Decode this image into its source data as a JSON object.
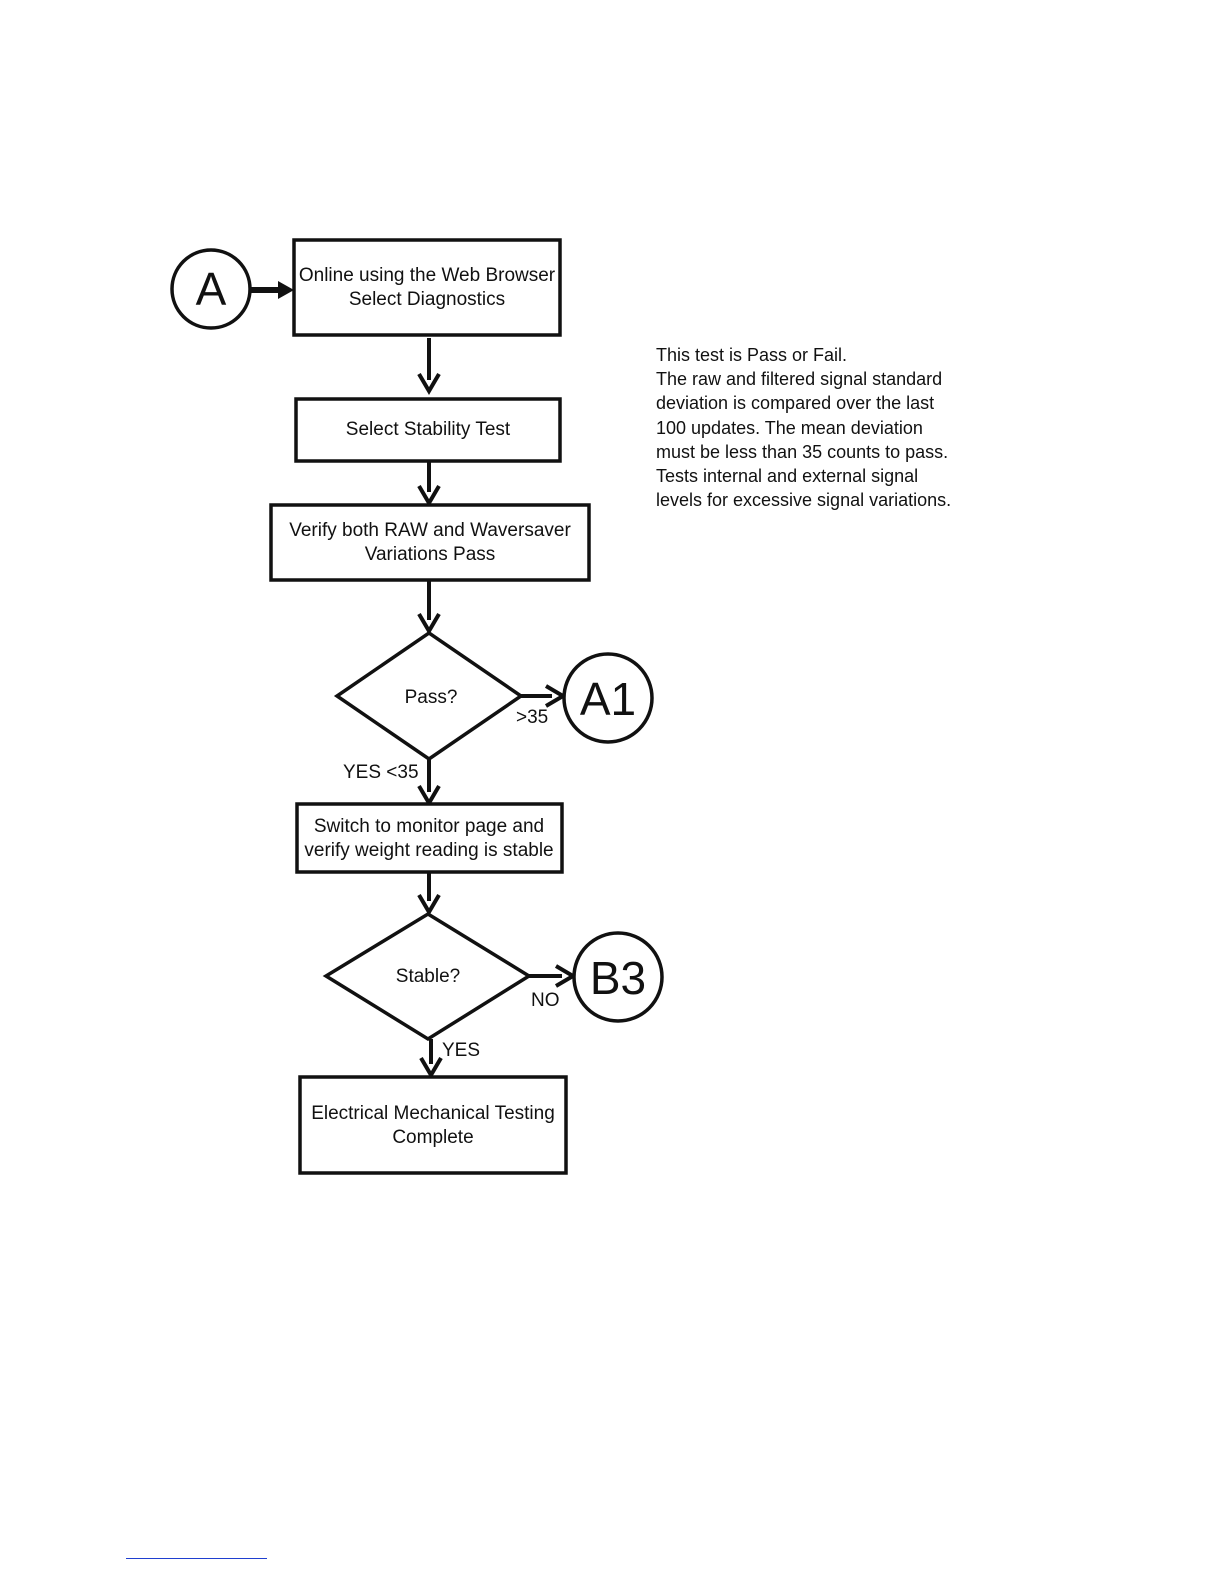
{
  "connectors": {
    "start": "A",
    "fail_pass": "A1",
    "fail_stable": "B3"
  },
  "steps": {
    "online": [
      "Online using the Web Browser",
      "Select Diagnostics"
    ],
    "stability": [
      "Select Stability Test"
    ],
    "verify": [
      "Verify both RAW and Waversaver",
      "Variations Pass"
    ],
    "switch": [
      "Switch to monitor page and",
      "verify weight reading is stable"
    ],
    "complete": [
      "Electrical Mechanical Testing",
      "Complete"
    ]
  },
  "decisions": {
    "pass": "Pass?",
    "stable": "Stable?"
  },
  "edge_labels": {
    "pass_fail": ">35",
    "pass_yes": "YES <35",
    "stable_no": "NO",
    "stable_yes": "YES"
  },
  "note": [
    "This test is Pass or Fail.",
    "The raw and filtered signal standard",
    "deviation is compared over the last",
    "100 updates.  The mean deviation",
    "must be less than 35 counts to pass.",
    "Tests internal and external signal",
    "levels for excessive signal variations."
  ]
}
